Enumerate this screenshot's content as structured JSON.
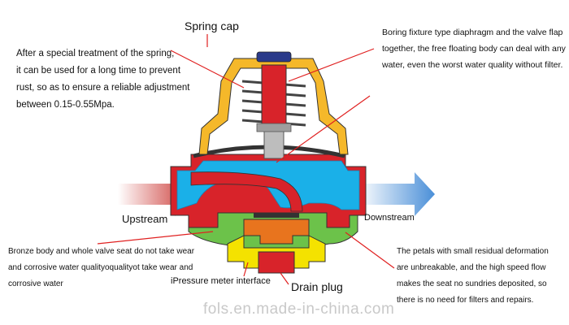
{
  "labels": {
    "spring_cap": "Spring cap",
    "upstream": "Upstream",
    "downstream": "Downstream",
    "pressure_meter": "iPressure meter interface",
    "drain_plug": "Drain plug"
  },
  "notes": {
    "spring": [
      "After a special treatment of the spring,",
      "it can be used for a long time to prevent",
      "rust, so as to ensure a reliable adjustment",
      "between 0.15-0.55Mpa."
    ],
    "diaphragm": [
      "Boring fixture type diaphragm and the valve flap",
      "together, the free floating body can deal with any",
      "water, even the worst water quality without filter."
    ],
    "bronze": [
      "Bronze body and whole valve seat do not take wear",
      "and corrosive water qualityoqualityot take wear and",
      "corrosive water"
    ],
    "petals": [
      "The petals with small residual deformation",
      "are unbreakable, and the high speed flow",
      "makes the seat no sundries deposited, so",
      "there is no need for filters and repairs."
    ]
  },
  "watermark": "fols.en.made-in-china.com",
  "colors": {
    "water": "#1ab0e8",
    "body_red": "#d8232a",
    "cap_yellow": "#f5b82a",
    "lower_green": "#6cc24a",
    "seat_yellow": "#f4e200",
    "arrow_red": "#c9302c",
    "arrow_blue": "#4a8fd8"
  }
}
